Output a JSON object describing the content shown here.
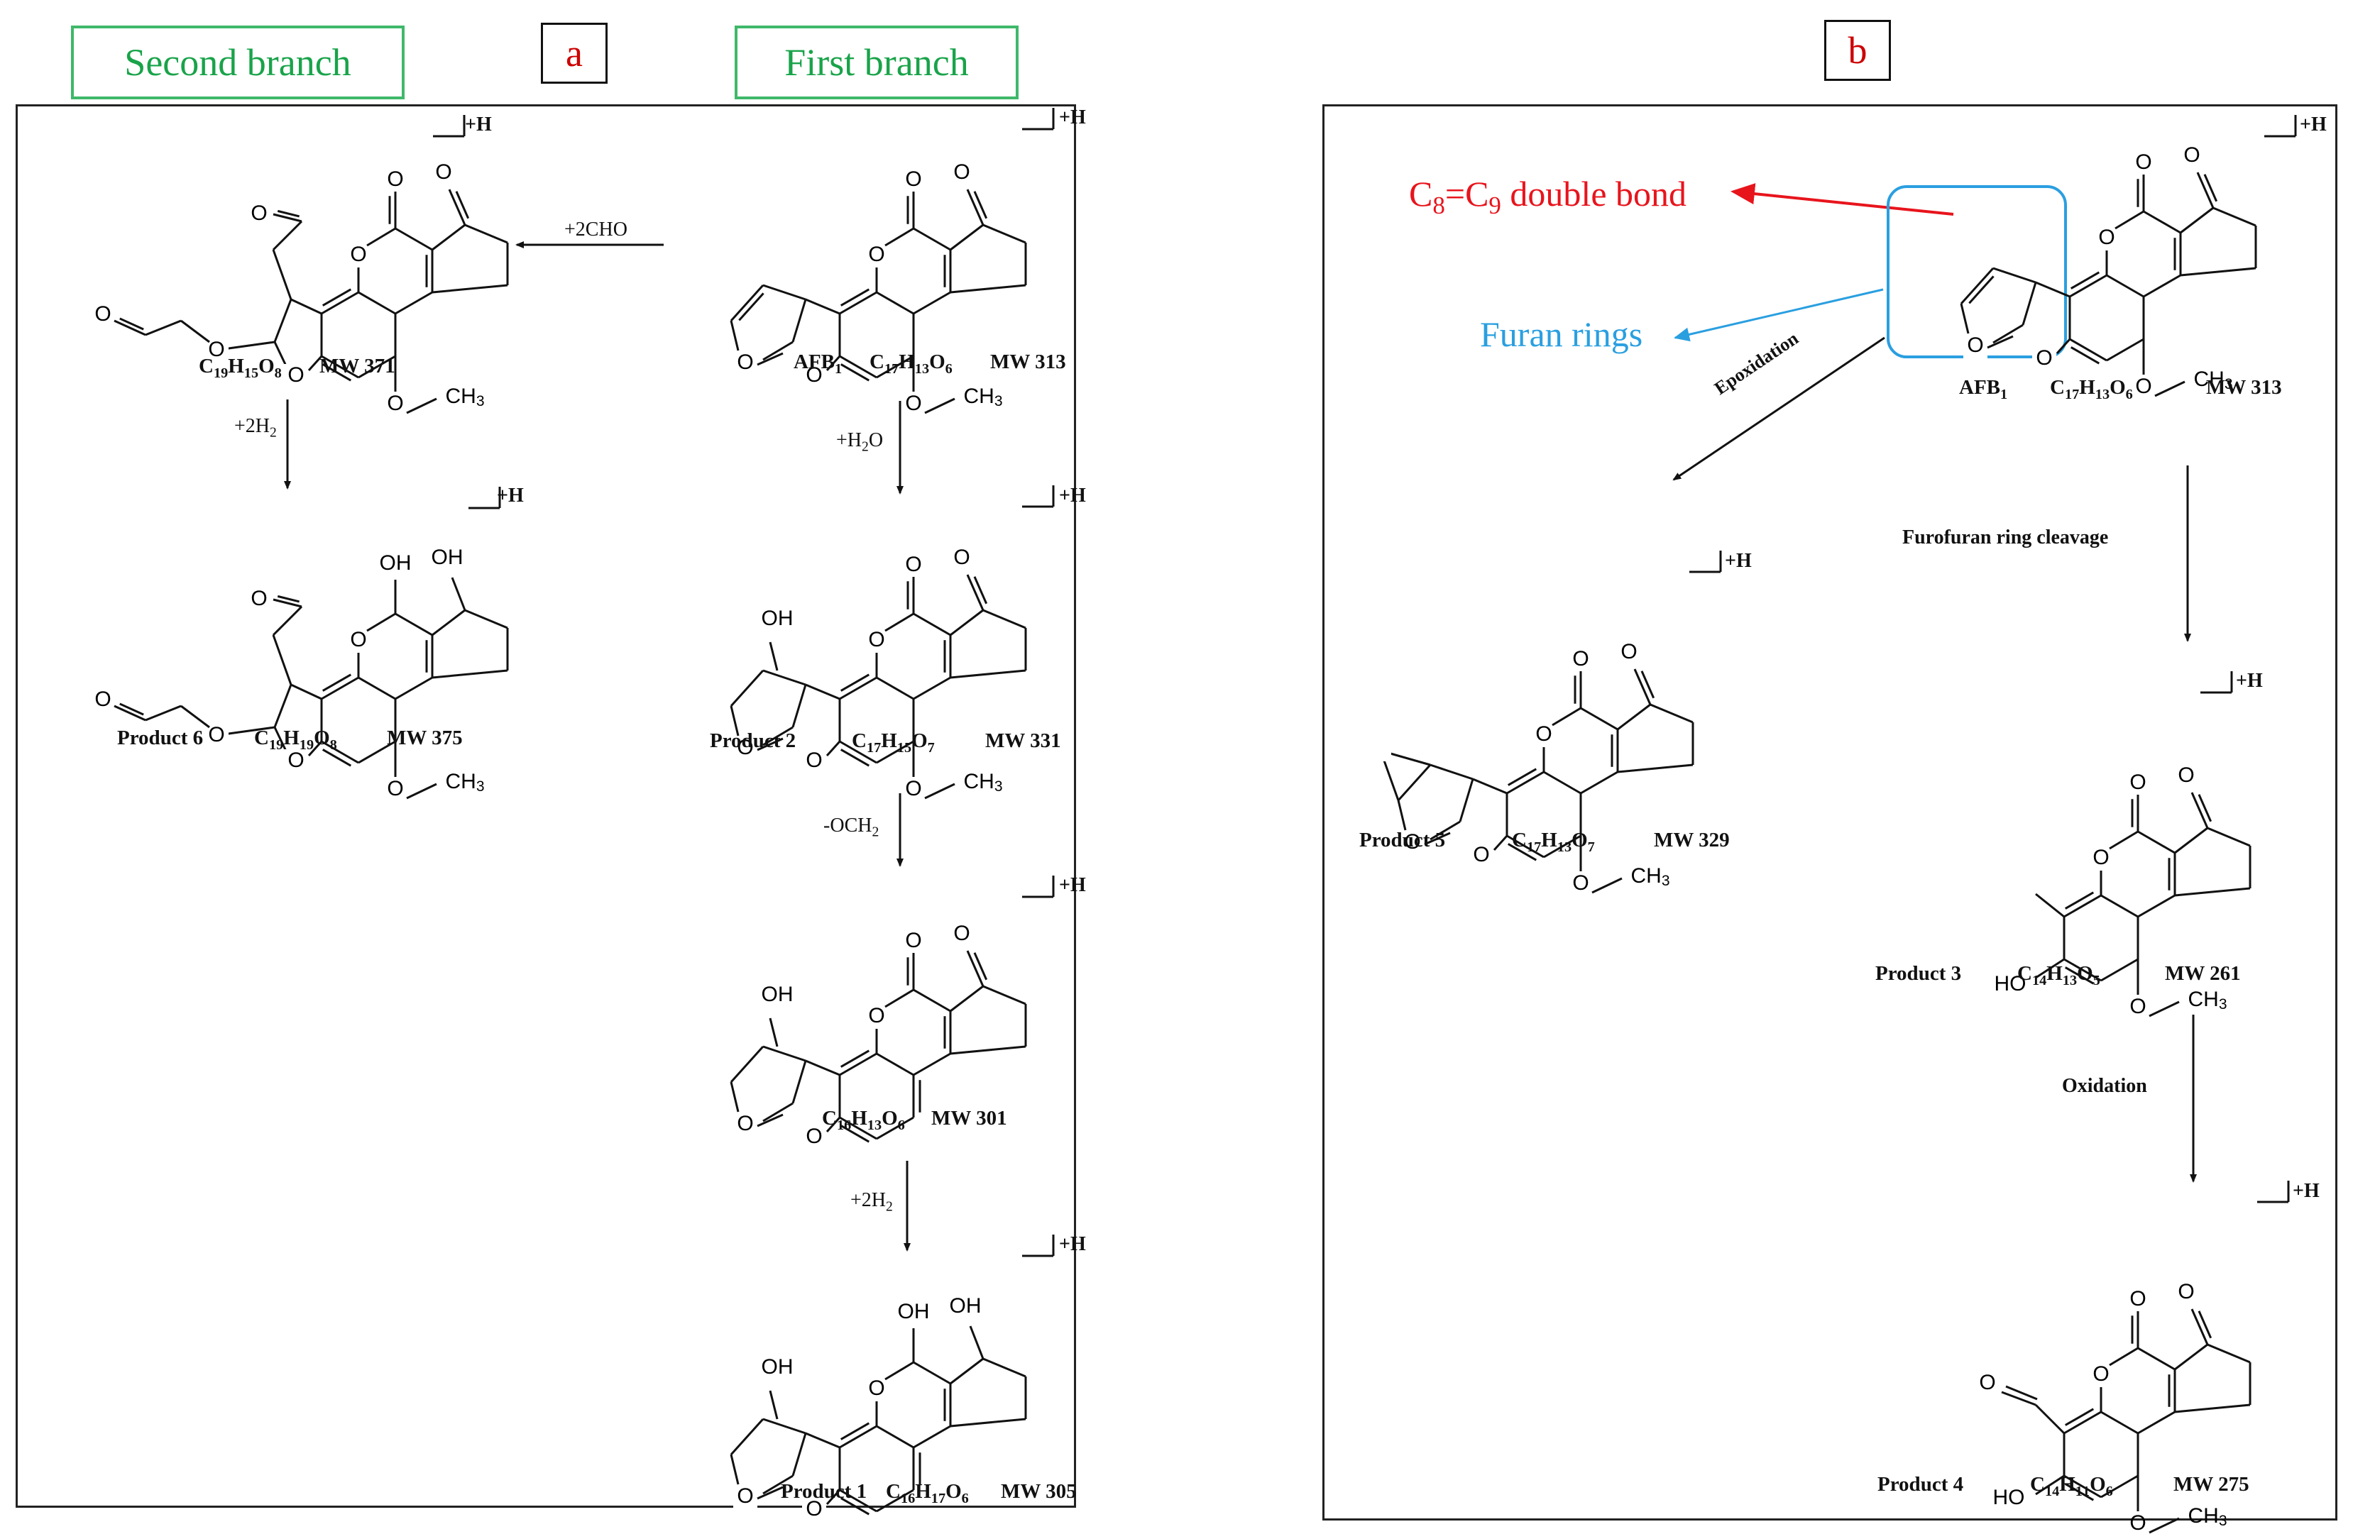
{
  "panel_a": {
    "tag": "a",
    "second_branch": "Second branch",
    "first_branch": "First branch",
    "afb1": {
      "name": "AFB1",
      "formula": "C17H13O6",
      "mw": "MW 313"
    },
    "first_product": {
      "formula": "C19H15O8",
      "mw": "MW 371"
    },
    "product6": {
      "name": "Product 6",
      "formula": "C19H19O8",
      "mw": "MW 375"
    },
    "product2": {
      "name": "Product 2",
      "formula": "C17H15O7",
      "mw": "MW 331"
    },
    "c16_product": {
      "formula": "C16H13O6",
      "mw": "MW 301"
    },
    "product1": {
      "name": "Product 1",
      "formula": "C16H17O6",
      "mw": "MW 305"
    },
    "steps": {
      "add_cho": "+2CHO",
      "add_h2_left": "+2H2",
      "add_h2o": "+H2O",
      "remove_och2": "-OCH2",
      "add_h2_right": "+2H2"
    }
  },
  "panel_b": {
    "tag": "b",
    "double_bond_callout": "C8=C9 double bond",
    "furan_callout": "Furan rings",
    "afb1": {
      "name": "AFB1",
      "formula": "C17H13O6",
      "mw": "MW 313"
    },
    "product5": {
      "name": "Product 5",
      "formula": "C17H13O7",
      "mw": "MW 329"
    },
    "product3": {
      "name": "Product 3",
      "formula": "C14H13O5",
      "mw": "MW 261"
    },
    "product4": {
      "name": "Product 4",
      "formula": "C14H11O6",
      "mw": "MW 275"
    },
    "steps": {
      "epoxidation": "Epoxidation",
      "furofuran": "Furofuran ring cleavage",
      "oxidation": "Oxidation"
    }
  },
  "protonation_mark": "+H",
  "atoms": {
    "O": "O",
    "OH": "OH",
    "HO": "HO",
    "CH3": "CH3"
  },
  "colors": {
    "callout_red": "#e8141c",
    "callout_blue": "#2a9fe0",
    "branch_green": "#19a34a",
    "tag_red": "#cc0000"
  }
}
